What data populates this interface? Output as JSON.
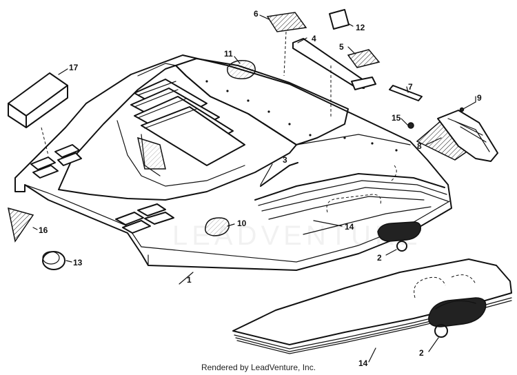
{
  "callouts": {
    "c1": "1",
    "c2a": "2",
    "c2b": "2",
    "c3": "3",
    "c4": "4",
    "c5": "5",
    "c6": "6",
    "c7": "7",
    "c8": "8",
    "c9": "9",
    "c10": "10",
    "c11": "11",
    "c12": "12",
    "c13": "13",
    "c14a": "14",
    "c14b": "14",
    "c15": "15",
    "c16": "16",
    "c17": "17"
  },
  "watermark": "LEADVENTURE",
  "footer": "Rendered by LeadVenture, Inc."
}
